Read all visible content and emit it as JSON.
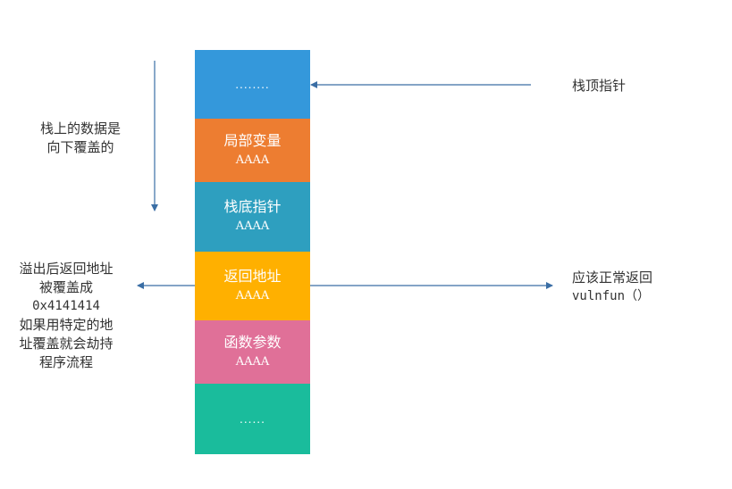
{
  "stack": {
    "blocks": [
      {
        "title": "",
        "value": "........",
        "color": "#3498db"
      },
      {
        "title": "局部变量",
        "value": "AAAA",
        "color": "#ed7d31"
      },
      {
        "title": "栈底指针",
        "value": "AAAA",
        "color": "#2e9fbf"
      },
      {
        "title": "返回地址",
        "value": "AAAA",
        "color": "#ffb000"
      },
      {
        "title": "函数参数",
        "value": "AAAA",
        "color": "#e07098"
      },
      {
        "title": "",
        "value": "......",
        "color": "#1abc9c"
      }
    ]
  },
  "labels": {
    "stack_top_pointer": "栈顶指针",
    "overwrite_direction": [
      "栈上的数据是",
      "向下覆盖的"
    ],
    "overflow_note": [
      "溢出后返回地址",
      "被覆盖成",
      "0x4141414",
      "如果用特定的地",
      "址覆盖就会劫持",
      "程序流程"
    ],
    "normal_return": [
      "应该正常返回",
      "vulnfun（）"
    ]
  },
  "colors": {
    "arrow": "#3a6ea5",
    "text": "#333333"
  }
}
